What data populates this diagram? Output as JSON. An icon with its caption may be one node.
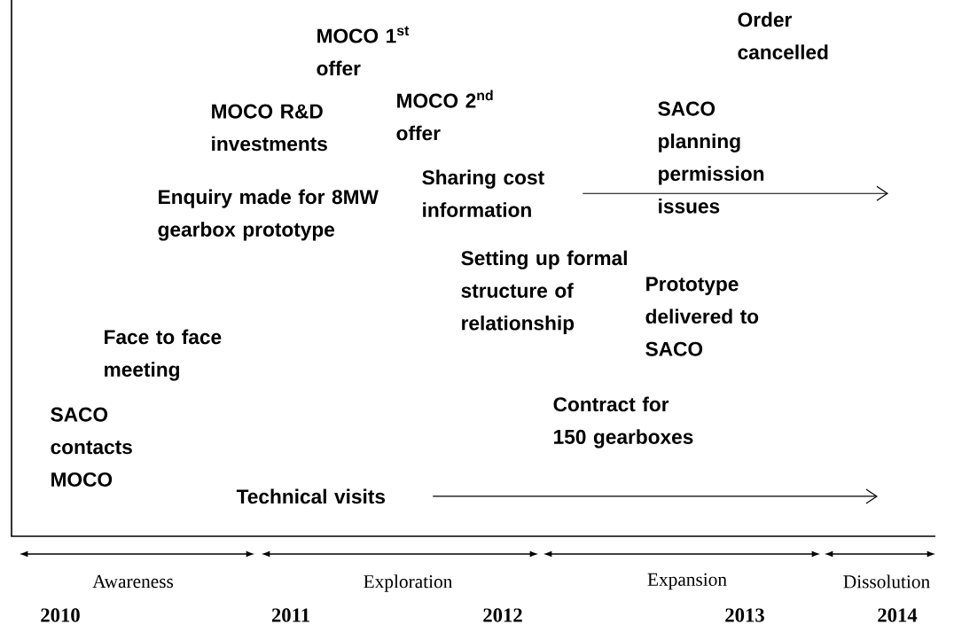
{
  "diagram": {
    "nodes": [
      {
        "text": [
          "Sharing cost information"
        ]
      },
      {
        "text": [
          "Technical visits"
        ]
      }
    ],
    "edges": [
      {
        "from": 0,
        "to": null,
        "arrow": "to"
      },
      {
        "from": 1,
        "to": null,
        "arrow": "to"
      }
    ],
    "labels": [
      "MOCO 1$^{st}$ offer",
      "Order cancelled",
      "MOCO 2$^{nd}$ offer",
      "SACO planning permission issues",
      "MOCO R&D investments",
      "Enquiry made for 8MW gearbox prototype",
      "Setting up formal structure of relationship",
      "Prototype delivered to SACO",
      "Face to face meeting",
      "Contract for 150 gearboxes",
      "SACO contacts MOCO",
      "Awareness",
      "Exploration",
      "Expansion",
      "Dissolution",
      "2010",
      "2011",
      "2012",
      "2013",
      "2014"
    ]
  }
}
